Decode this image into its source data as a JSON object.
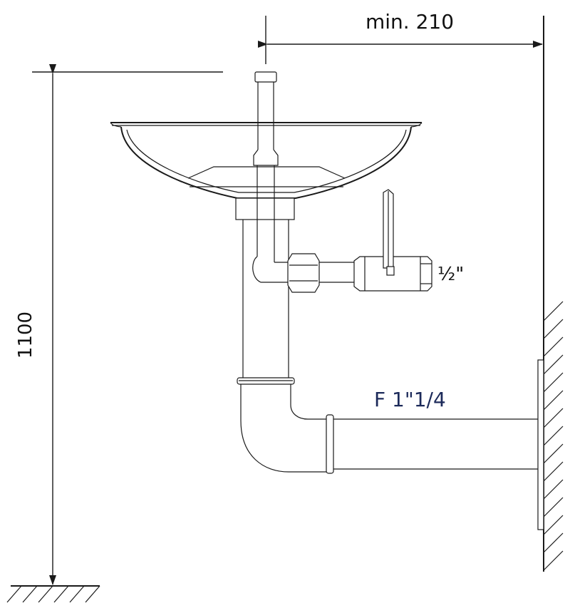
{
  "dimensions": {
    "width_label": "min. 210",
    "height_label": "1100"
  },
  "labels": {
    "valve_thread": "½\"",
    "drain_thread": "F 1\"1/4"
  },
  "colors": {
    "line": "#1a1a1a",
    "drain_label": "#1c2a5a"
  }
}
